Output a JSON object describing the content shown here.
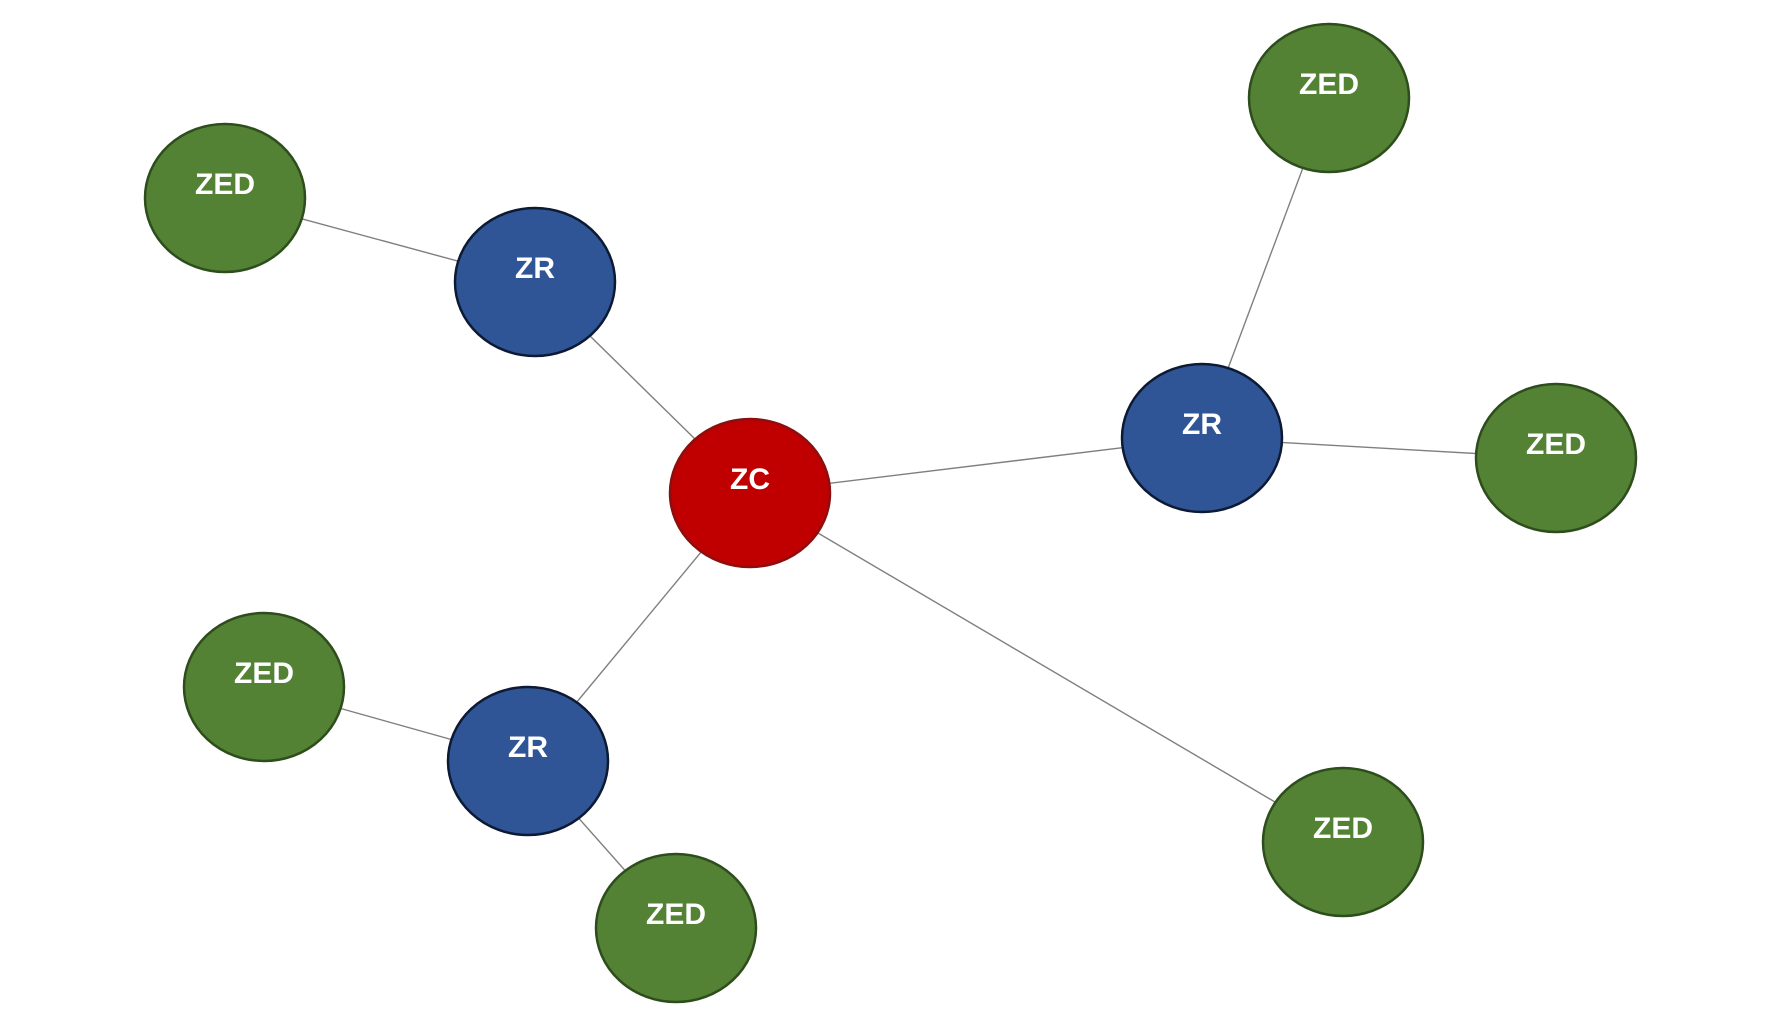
{
  "diagram": {
    "nodes": [
      {
        "id": "zc",
        "kind": "coordinator",
        "label": "ZC"
      },
      {
        "id": "zr1",
        "kind": "router",
        "label": "ZR"
      },
      {
        "id": "zr2",
        "kind": "router",
        "label": "ZR"
      },
      {
        "id": "zr3",
        "kind": "router",
        "label": "ZR"
      },
      {
        "id": "zed1",
        "kind": "end-device",
        "label": "ZED"
      },
      {
        "id": "zed2",
        "kind": "end-device",
        "label": "ZED"
      },
      {
        "id": "zed3",
        "kind": "end-device",
        "label": "ZED"
      },
      {
        "id": "zed4",
        "kind": "end-device",
        "label": "ZED"
      },
      {
        "id": "zed5",
        "kind": "end-device",
        "label": "ZED"
      },
      {
        "id": "zed6",
        "kind": "end-device",
        "label": "ZED"
      },
      {
        "id": "zed7",
        "kind": "end-device",
        "label": "ZED"
      }
    ],
    "edges": [
      {
        "from": "zc",
        "to": "zr1"
      },
      {
        "from": "zc",
        "to": "zr2"
      },
      {
        "from": "zc",
        "to": "zr3"
      },
      {
        "from": "zc",
        "to": "zed7"
      },
      {
        "from": "zr1",
        "to": "zed1"
      },
      {
        "from": "zr2",
        "to": "zed2"
      },
      {
        "from": "zr2",
        "to": "zed3"
      },
      {
        "from": "zr3",
        "to": "zed4"
      },
      {
        "from": "zr3",
        "to": "zed5"
      }
    ],
    "colors": {
      "coordinator_fill": "#c00000",
      "coordinator_stroke": "#8b0f0f",
      "router_fill": "#2f5597",
      "router_stroke": "#0d1a33",
      "end_device_fill": "#548235",
      "end_device_stroke": "#2e4d1c",
      "edge": "#7f7f7f",
      "label": "#ffffff"
    }
  }
}
